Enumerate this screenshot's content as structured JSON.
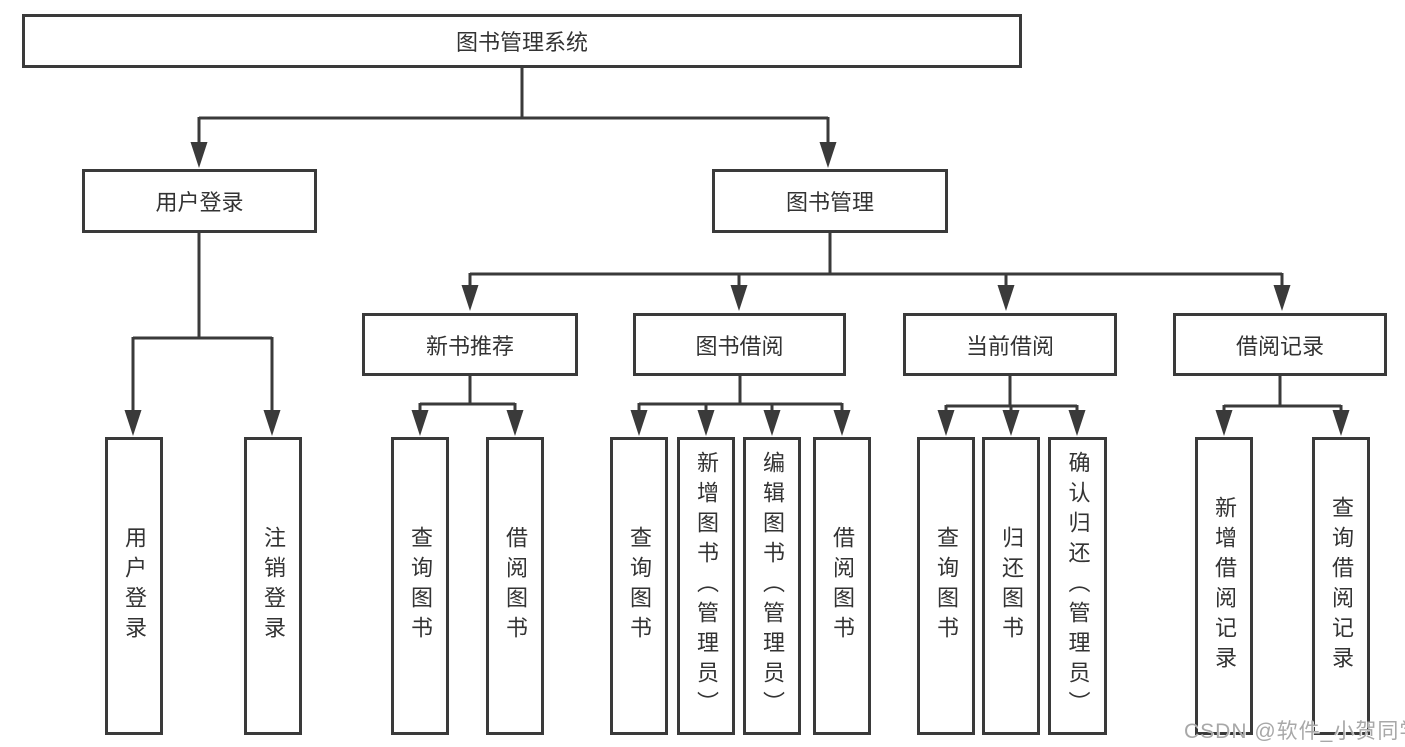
{
  "diagram": {
    "root": {
      "label": "图书管理系统"
    },
    "level2": [
      {
        "label": "用户登录"
      },
      {
        "label": "图书管理"
      }
    ],
    "level3": [
      {
        "label": "新书推荐"
      },
      {
        "label": "图书借阅"
      },
      {
        "label": "当前借阅"
      },
      {
        "label": "借阅记录"
      }
    ],
    "leaves": {
      "user_login": [
        {
          "label": "用户登录"
        },
        {
          "label": "注销登录"
        }
      ],
      "new_book": [
        {
          "label": "查询图书"
        },
        {
          "label": "借阅图书"
        }
      ],
      "book_borrow": [
        {
          "label": "查询图书"
        },
        {
          "label": "新增图书（管理员）"
        },
        {
          "label": "编辑图书（管理员）"
        },
        {
          "label": "借阅图书"
        }
      ],
      "current_borrow": [
        {
          "label": "查询图书"
        },
        {
          "label": "归还图书"
        },
        {
          "label": "确认归还（管理员）"
        }
      ],
      "borrow_records": [
        {
          "label": "新增借阅记录"
        },
        {
          "label": "查询借阅记录"
        }
      ]
    },
    "line_color": "#3a3a3a"
  },
  "watermark": {
    "text": "CSDN @软件_小贺同学"
  }
}
